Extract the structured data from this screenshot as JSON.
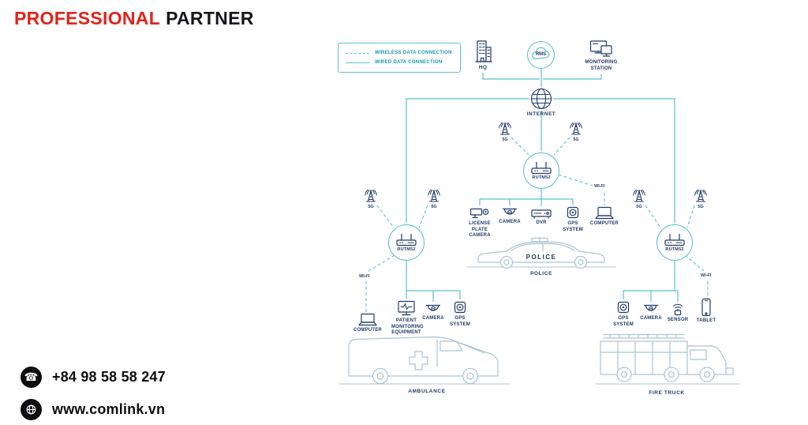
{
  "brand": {
    "title_red": "PROFESSIONAL",
    "title_black": "PARTNER"
  },
  "contact": {
    "phone": "+84 98 58 58 247",
    "website": "www.comlink.vn"
  },
  "legend": {
    "wireless_label": "WIRELESS DATA CONNECTION",
    "wired_label": "WIRED DATA CONNECTION"
  },
  "network": {
    "hq_label": "HQ",
    "rms_label": "RMS",
    "monitoring_station_label": "MONITORING STATION",
    "internet_label": "INTERNET",
    "router_model": "RUTM52",
    "wifi_label": "WI-FI",
    "cellular_label": "5G"
  },
  "police": {
    "label": "POLICE",
    "vehicle_text": "POLICE",
    "devices": [
      "LICENSE PLATE CAMERA",
      "CAMERA",
      "DVR",
      "GPS SYSTEM",
      "COMPUTER"
    ]
  },
  "ambulance": {
    "label": "AMBULANCE",
    "devices": [
      "COMPUTER",
      "PATIENT MONITORING EQUIPMENT",
      "CAMERA",
      "GPS SYSTEM"
    ]
  },
  "fire_truck": {
    "label": "FIRE TRUCK",
    "devices": [
      "GPS SYSTEM",
      "CAMERA",
      "SENSOR",
      "TABLET"
    ]
  },
  "colors": {
    "accent_teal": "#58c0d0",
    "navy": "#1d3a6b",
    "red": "#e2231a",
    "vehicle_line": "#aac4d3"
  }
}
